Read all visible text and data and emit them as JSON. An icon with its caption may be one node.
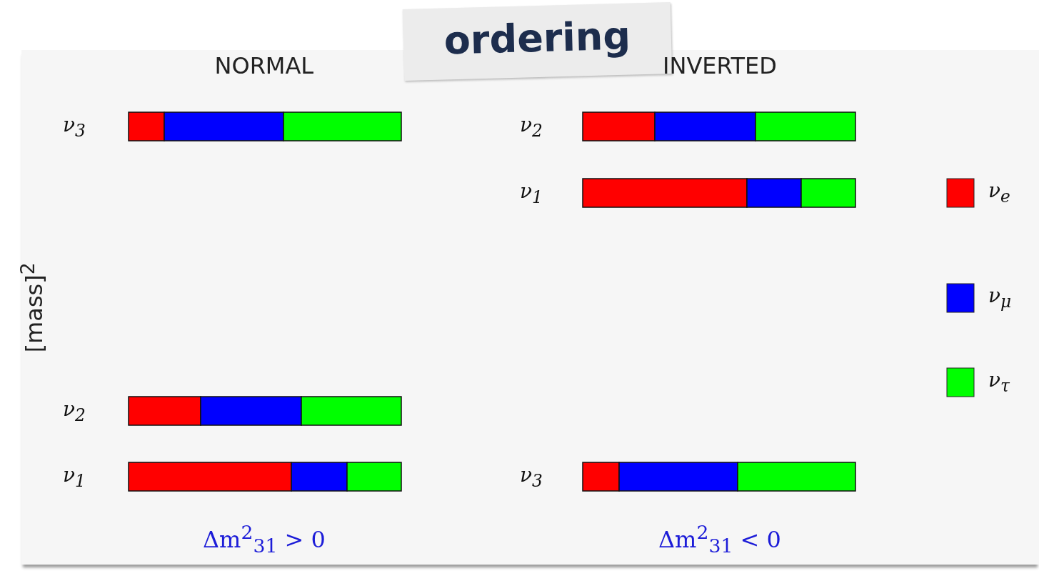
{
  "diagram": {
    "title": "ordering",
    "labels": [
      "NORMAL",
      "INVERTED",
      "ν$_{3}$",
      "ν$_{2}$",
      "ν$_{1}$",
      "[mass]$^{2}$",
      "ν$_{2}$",
      "ν$_{1}$",
      "ν$_{3}$",
      "Δm$^{2}$$_{31}$ > 0",
      "Δm$^{2}$$_{31}$ < 0"
    ],
    "legend": [
      {
        "text": "ν$_{e}$",
        "color": "#ff0000"
      },
      {
        "text": "ν$_{μ}$",
        "color": "#0000ff"
      },
      {
        "text": "ν$_{τ}$",
        "color": "#00ff00"
      }
    ]
  }
}
